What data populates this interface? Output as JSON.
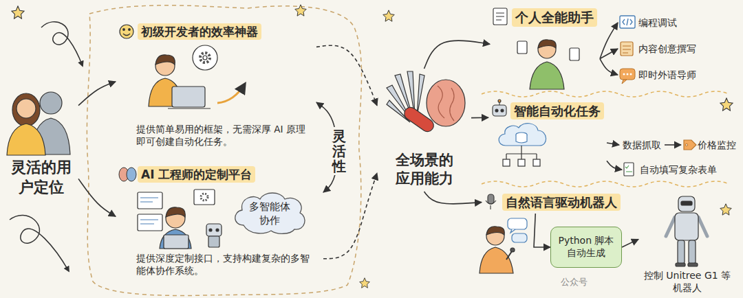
{
  "diagram": {
    "nodes": [
      {
        "text": [
          "灵活的用户定位"
        ]
      },
      {
        "text": [
          "初级开发者的效率神器",
          "提供简单易用的框架，无需深厚 AI 原理即可创建自动化任务。"
        ]
      },
      {
        "text": [
          "AI 工程师的定制平台",
          "提供深度定制接口，支持构建复杂的多智能体协作系统。"
        ]
      },
      {
        "text": [
          "多智能体协作"
        ],
        "in": 2
      },
      {
        "text": [
          "全场景的应用能力"
        ]
      },
      {
        "text": [
          "个人全能助手"
        ]
      },
      {
        "text": [
          "编程调试"
        ]
      },
      {
        "text": [
          "内容创意撰写"
        ]
      },
      {
        "text": [
          "即时外语导师"
        ]
      },
      {
        "text": [
          "智能自动化任务"
        ]
      },
      {
        "text": [
          "数据抓取"
        ]
      },
      {
        "text": [
          "价格监控"
        ]
      },
      {
        "text": [
          "自动填写复杂表单"
        ]
      },
      {
        "text": [
          "自然语言驱动机器人"
        ]
      },
      {
        "text": [
          "Python 脚本自动生成"
        ]
      },
      {
        "text": [
          "控制 Unitree G1 等机器人"
        ]
      }
    ],
    "edges": [
      {
        "from": 0,
        "to": 1,
        "arrow": "to"
      },
      {
        "from": 0,
        "to": 2,
        "arrow": "to"
      },
      {
        "from": 1,
        "to": 2,
        "label": "灵活性",
        "arrow": "both"
      },
      {
        "from": 1,
        "to": 4,
        "arrow": "to"
      },
      {
        "from": 2,
        "to": 4,
        "arrow": "to"
      },
      {
        "from": 4,
        "to": 5,
        "arrow": "to"
      },
      {
        "from": 4,
        "to": 9,
        "arrow": "to"
      },
      {
        "from": 4,
        "to": 13,
        "arrow": "to"
      },
      {
        "from": 5,
        "to": 6,
        "arrow": "to"
      },
      {
        "from": 5,
        "to": 7,
        "arrow": "to"
      },
      {
        "from": 5,
        "to": 8,
        "arrow": "to"
      },
      {
        "from": 9,
        "to": 10,
        "arrow": "to"
      },
      {
        "from": 10,
        "to": 11,
        "arrow": "to"
      },
      {
        "from": 9,
        "to": 12,
        "arrow": "to"
      },
      {
        "from": 13,
        "to": 14,
        "arrow": "to"
      },
      {
        "from": 14,
        "to": 15,
        "arrow": "to"
      }
    ],
    "labels": [
      "公众号"
    ]
  }
}
